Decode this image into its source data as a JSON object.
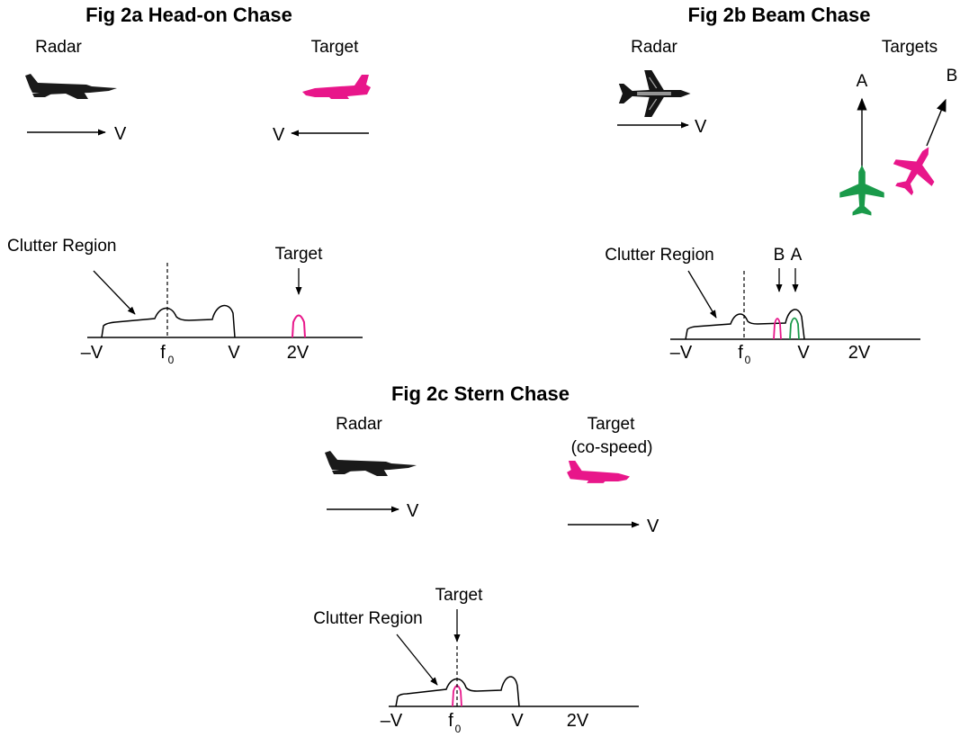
{
  "panel_a": {
    "title": "Fig 2a Head-on Chase",
    "radar_label": "Radar",
    "target_label": "Target",
    "velocity_label_radar": "V",
    "velocity_label_target": "V",
    "clutter_label": "Clutter Region",
    "spectrum_target_label": "Target",
    "axis": {
      "neg_v": "–V",
      "f0_main": "f",
      "f0_sub": "0",
      "v": "V",
      "two_v": "2V"
    }
  },
  "panel_b": {
    "title": "Fig 2b Beam Chase",
    "radar_label": "Radar",
    "targets_label": "Targets",
    "target_a_label": "A",
    "target_b_label": "B",
    "velocity_label_radar": "V",
    "clutter_label": "Clutter Region",
    "spectrum_b_label": "B",
    "spectrum_a_label": "A",
    "axis": {
      "neg_v": "–V",
      "f0_main": "f",
      "f0_sub": "0",
      "v": "V",
      "two_v": "2V"
    }
  },
  "panel_c": {
    "title": "Fig 2c Stern Chase",
    "radar_label": "Radar",
    "target_label_line1": "Target",
    "target_label_line2": "(co-speed)",
    "velocity_label_radar": "V",
    "velocity_label_target": "V",
    "clutter_label": "Clutter Region",
    "spectrum_target_label": "Target",
    "axis": {
      "neg_v": "–V",
      "f0_main": "f",
      "f0_sub": "0",
      "v": "V",
      "two_v": "2V"
    }
  },
  "colors": {
    "ink": "#000000",
    "target_magenta": "#e8168a",
    "target_green": "#1a9a4a"
  },
  "icons": [
    "radar-jet-side-icon",
    "radar-jet-top-icon",
    "target-jet-side-icon",
    "target-jet-top-icon"
  ]
}
